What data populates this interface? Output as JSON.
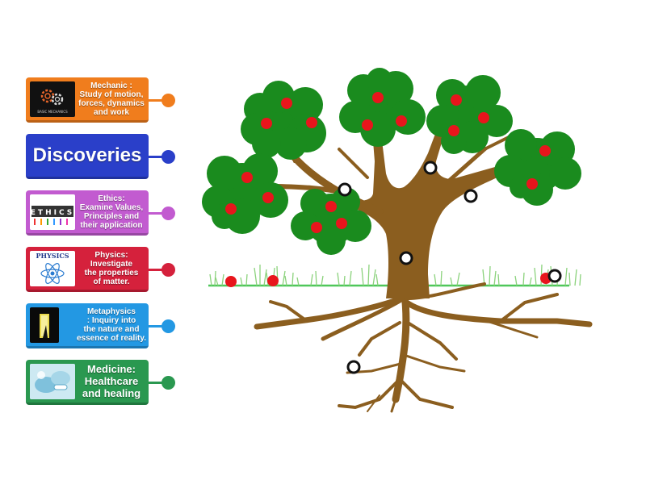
{
  "cards": [
    {
      "label": "Mechanic :\nStudy of motion,\nforces, dynamics\nand work",
      "color": "#f07d1d",
      "icon": "gears-icon"
    },
    {
      "label": "Discoveries",
      "color": "#2a3fc9",
      "icon": ""
    },
    {
      "label": "Ethics:\nExamine Values,\nPrinciples and\ntheir application",
      "color": "#c25bd0",
      "icon": "ethics-people-icon"
    },
    {
      "label": "Physics:\nInvestigate\nthe properties\nof matter.",
      "color": "#d5213c",
      "icon": "atom-icon"
    },
    {
      "label": "Metaphysics\n: Inquiry into\nthe nature and\nessence of reality.",
      "color": "#2398e3",
      "icon": "doorway-icon"
    },
    {
      "label": "Medicine:\nHealthcare\nand healing",
      "color": "#2a9850",
      "icon": "medical-icon"
    }
  ],
  "thumbs": {
    "mechanic_caption": "BASIC MECHANICS",
    "ethics_word": "ETHICS",
    "physics_word": "PHYSICS"
  },
  "colors": {
    "trunk": "#8b5e1f",
    "foliage": "#1a8b1e",
    "fruit": "#e8151c",
    "grass": "#8bd27c",
    "ground_line": "#4fc75a"
  }
}
